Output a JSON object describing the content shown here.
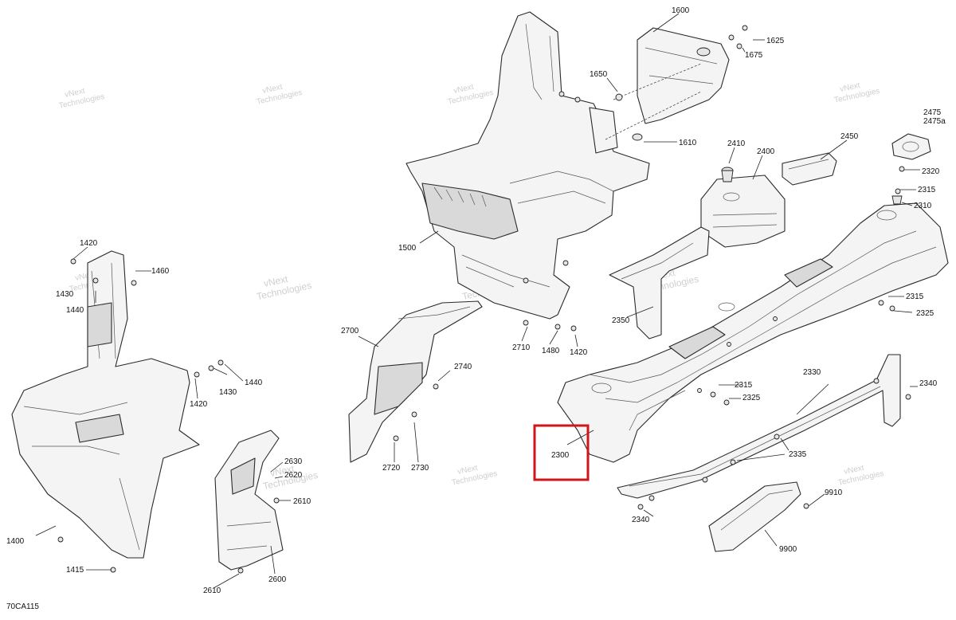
{
  "diagram_code": "70CA115",
  "watermark": {
    "line1": "vNext",
    "line2": "Technologies"
  },
  "highlight_color": "#d0161b",
  "highlighted_part": "2300",
  "callouts": {
    "c1600": "1600",
    "c1625": "1625",
    "c1675": "1675",
    "c1650": "1650",
    "c1610": "1610",
    "c1500": "1500",
    "c2410": "2410",
    "c2400": "2400",
    "c2450": "2450",
    "c2475": "2475",
    "c2475a": "2475a",
    "c2320": "2320",
    "c2315a": "2315",
    "c2310": "2310",
    "c1420a": "1420",
    "c1460": "1460",
    "c1430a": "1430",
    "c1440a": "1440",
    "c2350": "2350",
    "c2315b": "2315",
    "c2325a": "2325",
    "c2700": "2700",
    "c2710": "2710",
    "c1480": "1480",
    "c1420b": "1420",
    "c2740": "2740",
    "c1430b": "1430",
    "c1440b": "1440",
    "c1420c": "1420",
    "c2720": "2720",
    "c2730": "2730",
    "c2315c": "2315",
    "c2325b": "2325",
    "c2330": "2330",
    "c2340a": "2340",
    "c2335": "2335",
    "c2300": "2300",
    "c2630": "2630",
    "c2620": "2620",
    "c2610a": "2610",
    "c1400": "1400",
    "c1415": "1415",
    "c2610b": "2610",
    "c2600": "2600",
    "c2340b": "2340",
    "c9910": "9910",
    "c9900": "9900"
  }
}
